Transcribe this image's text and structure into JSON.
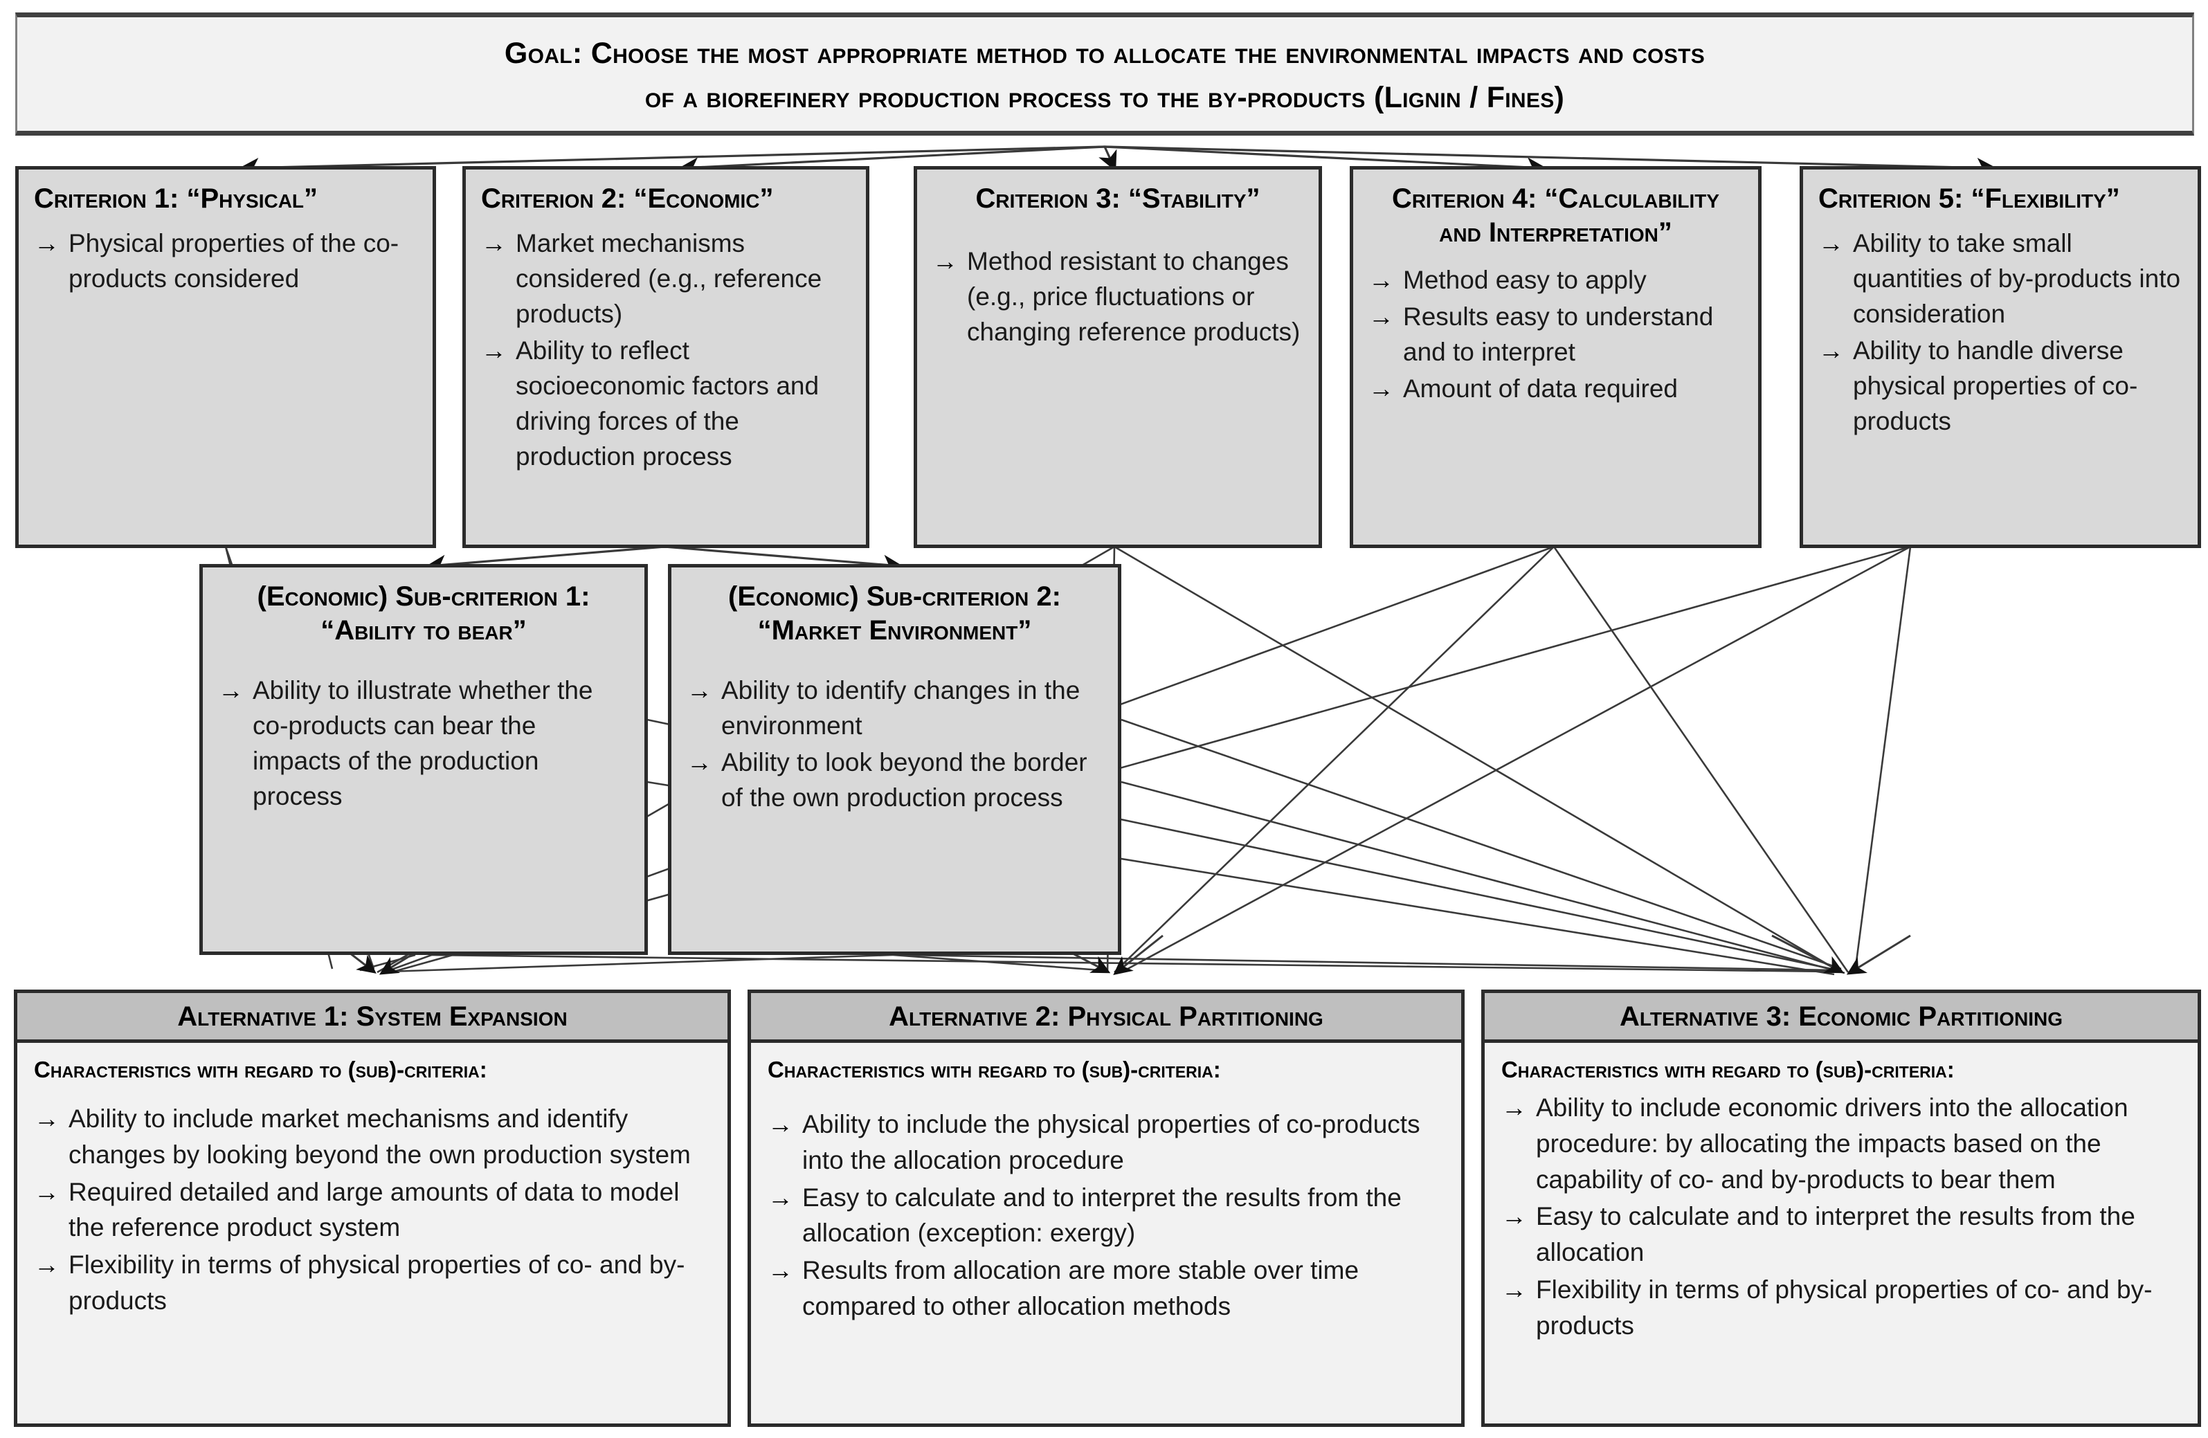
{
  "goal": {
    "label": "goal-box",
    "line1": "Goal: Choose the most appropriate method to allocate the environmental impacts and costs",
    "line2": "of a biorefinery production process to the by-products (Lignin / Fines)"
  },
  "criteria": [
    {
      "title": "Criterion 1: “Physical”",
      "bullets": [
        "Physical properties of the co-products considered"
      ]
    },
    {
      "title": "Criterion 2: “Economic”",
      "bullets": [
        "Market mechanisms considered (e.g., reference products)",
        "Ability to reflect socioeconomic factors and driving forces of the production process"
      ]
    },
    {
      "title": "Criterion 3: “Stability”",
      "bullets": [
        "Method resistant to changes (e.g., price fluctuations or changing reference products)"
      ]
    },
    {
      "title": "Criterion 4: “Calculability and Interpretation”",
      "bullets": [
        "Method easy to apply",
        "Results easy to understand and to interpret",
        "Amount of data required"
      ]
    },
    {
      "title": "Criterion 5: “Flexibility”",
      "bullets": [
        "Ability to take small quantities of by-products into consideration",
        "Ability to handle diverse physical properties of co-products"
      ]
    }
  ],
  "subcriteria": [
    {
      "title": "(Economic) Sub-criterion 1: “Ability to bear”",
      "bullets": [
        "Ability to illustrate whether the co-products can bear the impacts of the production process"
      ]
    },
    {
      "title": "(Economic) Sub-criterion 2: “Market Environment”",
      "bullets": [
        "Ability to identify changes in the environment",
        "Ability to look beyond the border of the own production process"
      ]
    }
  ],
  "alternatives": [
    {
      "header": "Alternative 1: System Expansion",
      "subheading": "Characteristics with regard to (sub)-criteria:",
      "bullets": [
        "Ability to include market mechanisms and identify changes by looking beyond the own production system",
        "Required detailed and large amounts of data to model the reference product system",
        "Flexibility in terms of physical properties of co- and by-products"
      ]
    },
    {
      "header": "Alternative 2: Physical Partitioning",
      "subheading": "Characteristics with regard to (sub)-criteria:",
      "bullets": [
        "Ability to include the physical properties of co-products into the allocation procedure",
        "Easy to calculate and to interpret the results from the allocation (exception: exergy)",
        "Results from allocation are more stable over time compared to other allocation methods"
      ]
    },
    {
      "header": "Alternative 3: Economic Partitioning",
      "subheading": "Characteristics with regard to (sub)-criteria:",
      "bullets": [
        "Ability to include economic drivers into the allocation procedure: by allocating the impacts based on the capability of co- and by-products to bear them",
        "Easy to calculate and to interpret the results from the allocation",
        "Flexibility in terms of physical properties of co- and by-products"
      ]
    }
  ],
  "icons": {
    "bullet_arrow": "→"
  },
  "colors": {
    "goal_fill": "#f2f2f2",
    "criterion_fill": "#d9d9d9",
    "alternative_header_fill": "#bfbfbf",
    "alternative_body_fill": "#f2f2f2",
    "border": "#2b2b2b",
    "connector": "#404040"
  }
}
